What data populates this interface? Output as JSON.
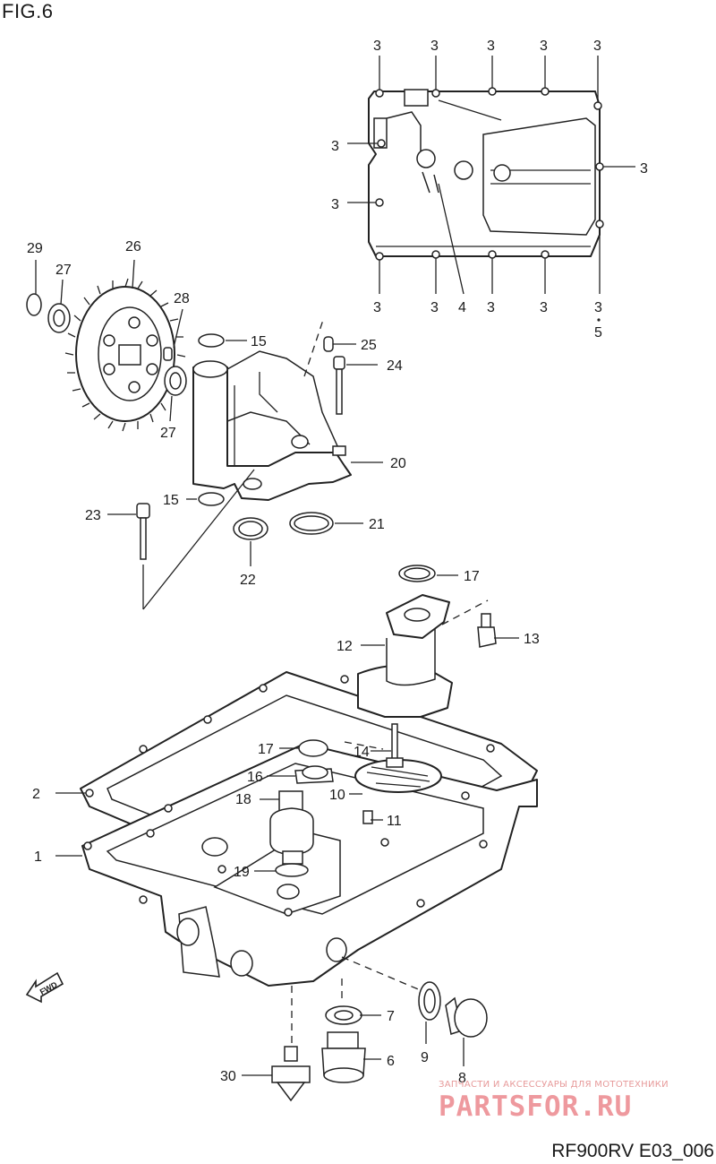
{
  "figure": {
    "title": "FIG.6",
    "code": "RF900RV E03_006"
  },
  "watermark": {
    "caption": "ЗАПЧАСТИ И АКСЕССУАРЫ ДЛЯ МОТОТЕХНИКИ",
    "brand": "PARTSFOR.RU"
  },
  "callouts": {
    "c1": "1",
    "c2": "2",
    "c3": "3",
    "c4": "4",
    "c5": "5",
    "c6": "6",
    "c7": "7",
    "c8": "8",
    "c9": "9",
    "c10": "10",
    "c11": "11",
    "c12": "12",
    "c13": "13",
    "c14": "14",
    "c15": "15",
    "c16": "16",
    "c17": "17",
    "c18": "18",
    "c19": "19",
    "c20": "20",
    "c21": "21",
    "c22": "22",
    "c23": "23",
    "c24": "24",
    "c25": "25",
    "c26": "26",
    "c27": "27",
    "c28": "28",
    "c29": "29",
    "c30": "30"
  },
  "fwd_label": "FWD"
}
